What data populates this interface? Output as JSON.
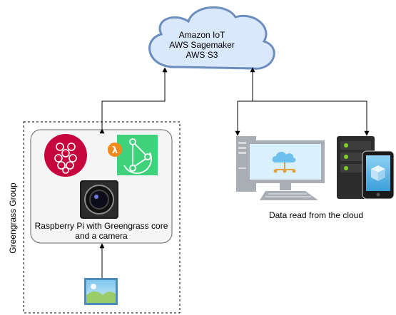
{
  "cloud": {
    "line1": "Amazon IoT",
    "line2": "AWS Sagemaker",
    "line3": "AWS S3"
  },
  "device": {
    "line1": "Raspberry Pi with Greengrass core",
    "line2": "and a camera"
  },
  "group_label": "Greengrass Group",
  "cloud_read_label": "Data read from the cloud",
  "lambda_glyph": "λ",
  "icons": [
    "raspberry-pi-icon",
    "greengrass-lambda-icon",
    "camera-icon",
    "image-icon",
    "desktop-computer-icon",
    "server-icon",
    "mobile-phone-icon"
  ],
  "colors": {
    "cloud_fill": "#dae8fc",
    "cloud_stroke": "#6c8ebf",
    "raspberry": "#c7053d",
    "greengrass": "#3fd27b",
    "pc_gray": "#a9adb4",
    "screen_blue": "#dbf0fd"
  }
}
